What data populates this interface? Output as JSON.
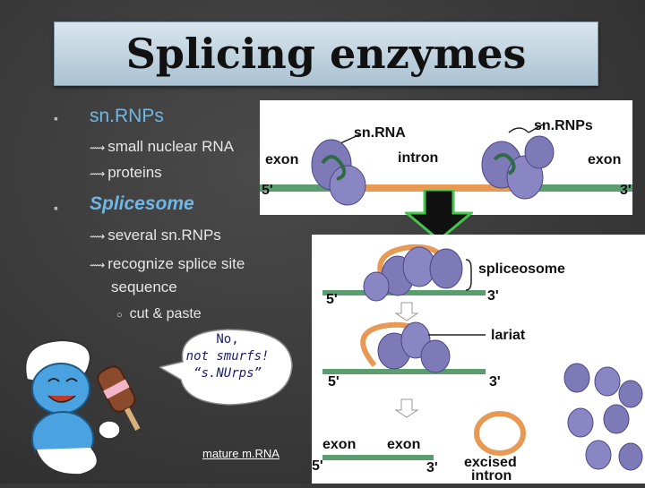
{
  "title": "Splicing enzymes",
  "bullets": {
    "b1": "sn.RNPs",
    "b1_sub1": "small nuclear RNA",
    "b1_sub2": "proteins",
    "b2": "Splicesome",
    "b2_sub1": "several sn.RNPs",
    "b2_sub2_line1": "recognize splice site",
    "b2_sub2_line2": "sequence",
    "b2_sub3": "cut & paste"
  },
  "bubble": {
    "line1": "No,",
    "line2": "not smurfs!",
    "line3": "“s.NUrps”"
  },
  "top_figure": {
    "snrna": "sn.RNA",
    "snrnps": "sn.RNPs",
    "exon_left": "exon",
    "intron": "intron",
    "exon_right": "exon",
    "five": "5'",
    "three": "3'"
  },
  "bottom_figure": {
    "spliceosome": "spliceosome",
    "five_a": "5'",
    "three_a": "3'",
    "lariat": "lariat",
    "five_b": "5'",
    "three_b": "3'",
    "exon_a": "exon",
    "exon_b": "exon",
    "five_c": "5'",
    "three_c": "3'",
    "excised1": "excised",
    "excised2": "intron"
  },
  "mature_mrna": "mature m.RNA",
  "colors": {
    "title_bg": "#c4d6e2",
    "blue_text": "#6fb7e6",
    "exon": "#5a9e6f",
    "intron": "#e89a55",
    "snrnp": "#7e7ab8"
  }
}
